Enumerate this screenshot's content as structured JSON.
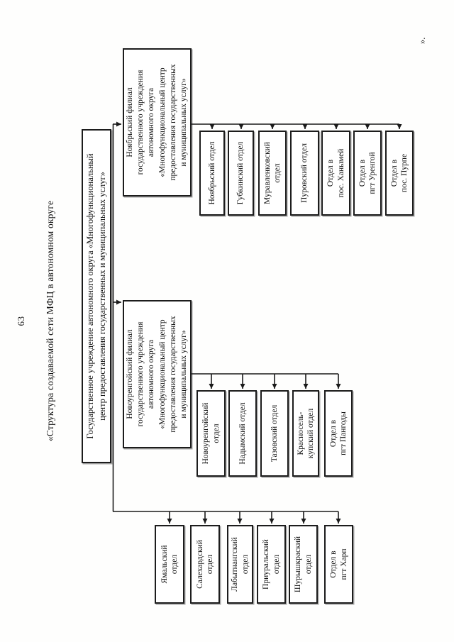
{
  "page": {
    "number": "63",
    "title": "«Структура создаваемой сети МФЦ в автономном округе",
    "corner_mark": "».",
    "paper_color": "#ffffff",
    "ink_color": "#1a1a1a"
  },
  "chart": {
    "root": "Государственное учреждение автономного округа «Многофункциональный\nцентр предоставления государственных и муниципальных услуг»",
    "branches": [
      {
        "label": "Новоуренгойский филиал\nгосударственного учреждения\nавтономного округа\n«Многофункциональный центр\nпредоставления государственных\nи муниципальных услуг»",
        "departments": [
          "Новоуренгойский\nотдел",
          "Надымский отдел",
          "Тазовский отдел",
          "Красносель-\nкупский отдел",
          "Отдел в\nпгт Пангоды"
        ]
      },
      {
        "label": "Ноябрьский филиал\nгосударственного учреждения\nавтономного округа\n«Многофункциональный центр\nпредоставления государственных\nи муниципальных услуг»",
        "departments": [
          "Ноябрьский отдел",
          "Губкинский отдел",
          "Муравленковский\nотдел",
          "Пуровский отдел",
          "Отдел в\nпос. Ханымей",
          "Отдел в\nпгт Уренгой",
          "Отдел в\nпос. Пурпе"
        ]
      }
    ],
    "direct_departments": [
      "Ямальский\nотдел",
      "Салехардский\nотдел",
      "Лабытнангский\nотдел",
      "Приуральский\nотдел",
      "Шурышкраский\nотдел",
      "Отдел в\nпгт Харп"
    ]
  }
}
